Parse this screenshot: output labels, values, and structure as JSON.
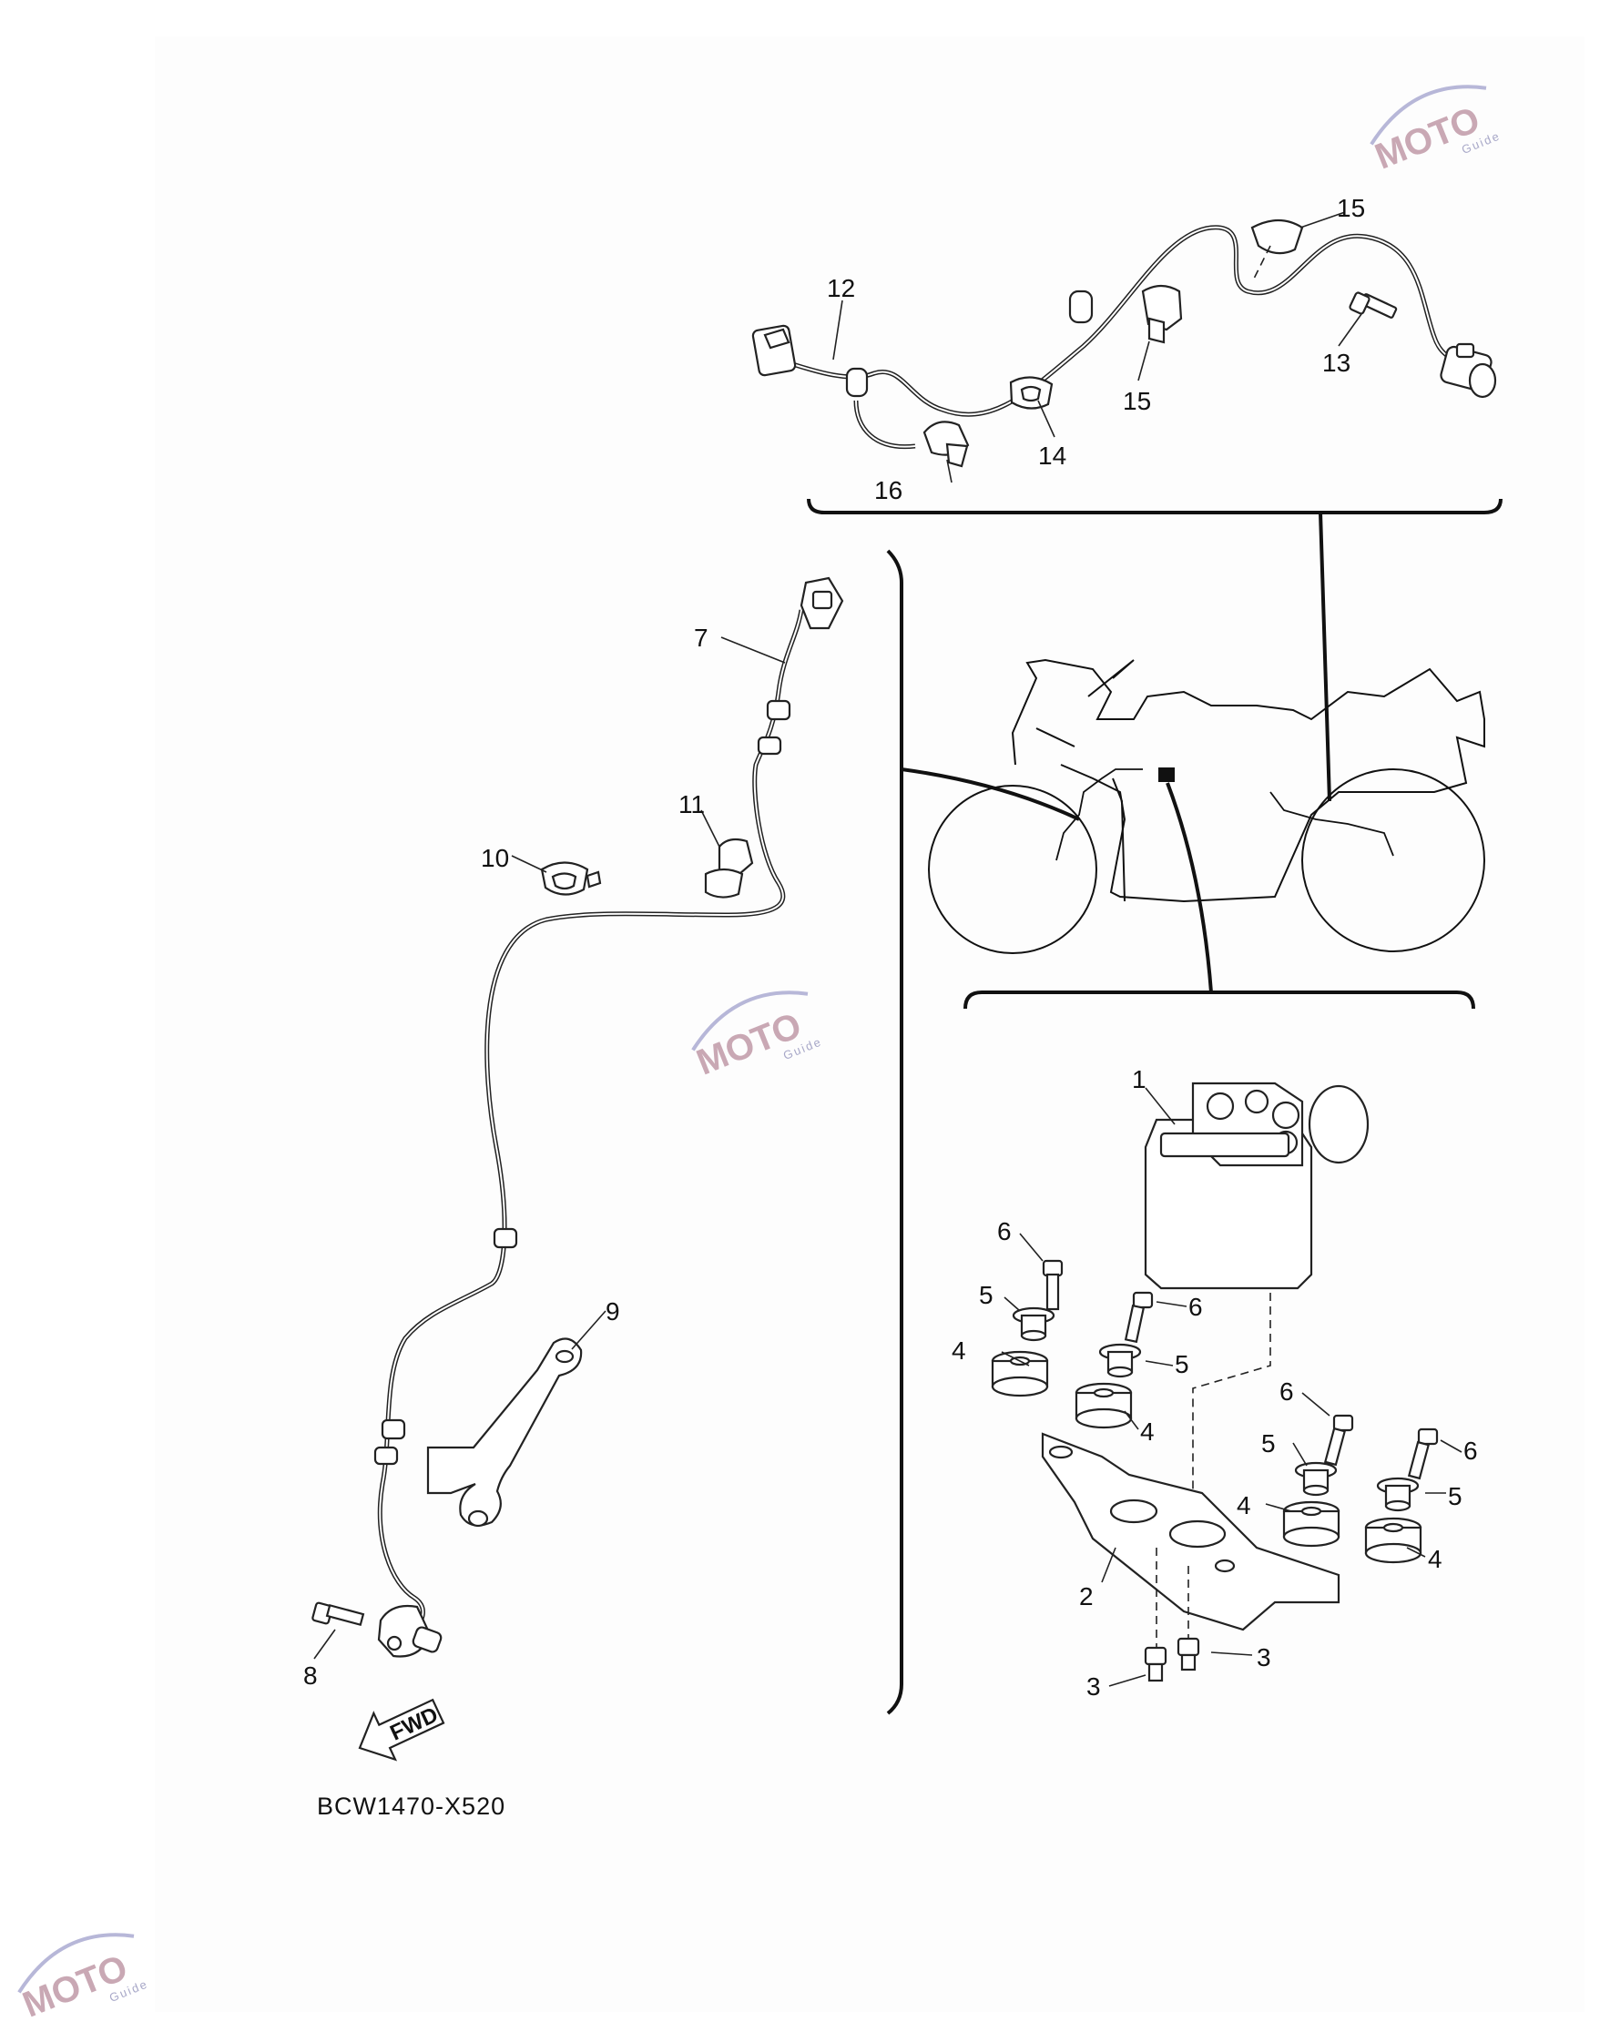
{
  "diagram": {
    "caption": "BCW1470-X520",
    "fwd_label": "FWD",
    "watermark": {
      "text": "MOTO",
      "subtext": "Guide",
      "colors": [
        "#c9a8b4",
        "#a8a8c8"
      ]
    },
    "callouts": {
      "c1": "1",
      "c2": "2",
      "c3a": "3",
      "c3b": "3",
      "c4a": "4",
      "c4b": "4",
      "c4c": "4",
      "c4d": "4",
      "c5a": "5",
      "c5b": "5",
      "c5c": "5",
      "c5d": "5",
      "c6a": "6",
      "c6b": "6",
      "c6c": "6",
      "c6d": "6",
      "c7": "7",
      "c8": "8",
      "c9": "9",
      "c10": "10",
      "c11": "11",
      "c12": "12",
      "c13": "13",
      "c14": "14",
      "c15a": "15",
      "c15b": "15",
      "c16": "16"
    }
  }
}
